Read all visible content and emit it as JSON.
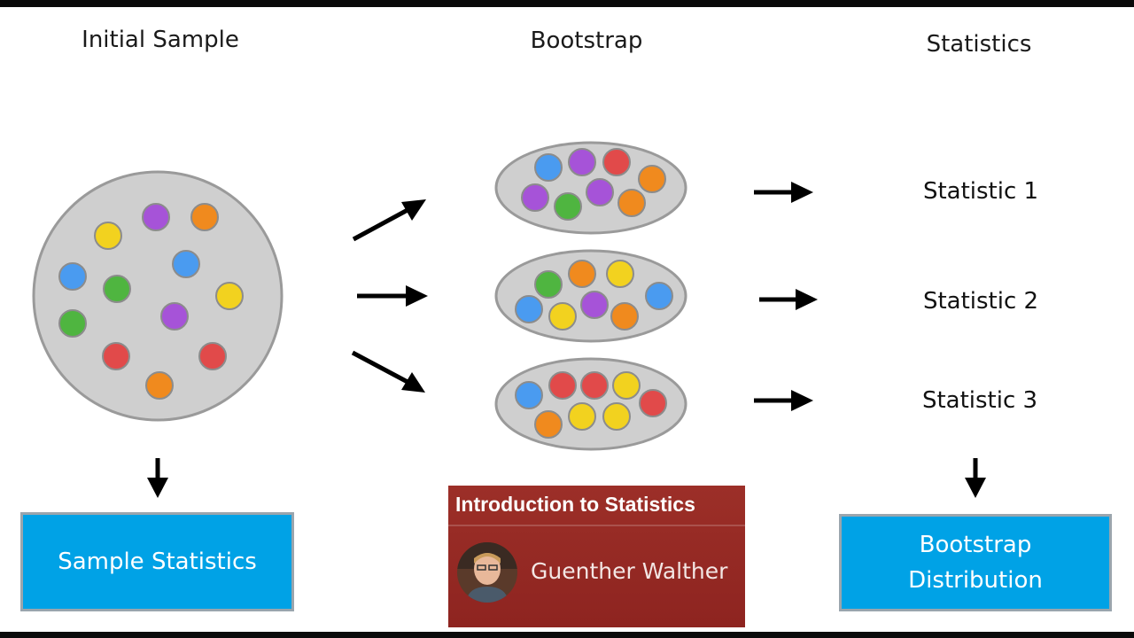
{
  "headings": {
    "initial_sample": "Initial Sample",
    "bootstrap": "Bootstrap",
    "statistics": "Statistics"
  },
  "statistic_labels": [
    "Statistic 1",
    "Statistic 2",
    "Statistic 3"
  ],
  "boxes": {
    "sample_statistics": "Sample Statistics",
    "bootstrap_distribution_line1": "Bootstrap",
    "bootstrap_distribution_line2": "Distribution"
  },
  "intro_card": {
    "title": "Introduction to Statistics",
    "presenter": "Guenther Walther"
  },
  "colors": {
    "blue": "#4a9bf0",
    "purple": "#a653d8",
    "orange": "#f08a1e",
    "yellow": "#f2d21f",
    "green": "#4fb540",
    "red": "#e14a4a",
    "gray_fill": "#cfcfcf",
    "gray_stroke": "#9a9a9a",
    "box_blue": "#00a2e6",
    "card_red": "#962a24"
  },
  "initial_sample_balls": [
    "yellow",
    "purple",
    "orange",
    "blue",
    "green",
    "blue",
    "yellow",
    "green",
    "purple",
    "red",
    "red",
    "orange"
  ],
  "bootstrap_samples": [
    [
      "blue",
      "purple",
      "red",
      "orange",
      "purple",
      "green",
      "purple",
      "orange"
    ],
    [
      "green",
      "orange",
      "yellow",
      "blue",
      "blue",
      "yellow",
      "purple",
      "orange"
    ],
    [
      "blue",
      "red",
      "red",
      "yellow",
      "red",
      "orange",
      "yellow",
      "yellow"
    ]
  ],
  "icons": [
    "arrow-right-icon",
    "arrow-down-icon",
    "avatar"
  ]
}
